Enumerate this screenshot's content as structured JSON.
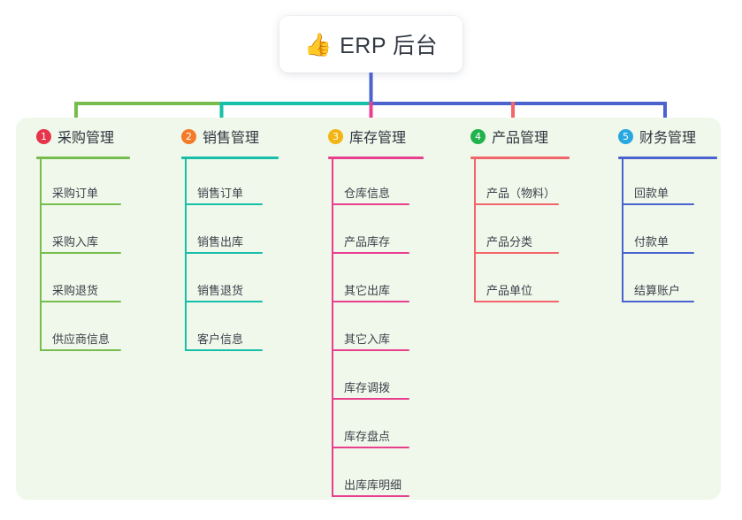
{
  "diagram": {
    "title_text": "ERP 后台",
    "root": {
      "icon": "thumbs-up-icon",
      "emoji": "👍",
      "label": "ERP 后台"
    },
    "panel_bg": "#eff8ea",
    "branches": [
      {
        "number": "1",
        "label": "采购管理",
        "badge_color": "#e8344a",
        "line_color": "#77bd4e",
        "items": [
          "采购订单",
          "采购入库",
          "采购退货",
          "供应商信息"
        ]
      },
      {
        "number": "2",
        "label": "销售管理",
        "badge_color": "#f47b29",
        "line_color": "#17bfa9",
        "items": [
          "销售订单",
          "销售出库",
          "销售退货",
          "客户信息"
        ]
      },
      {
        "number": "3",
        "label": "库存管理",
        "badge_color": "#f4b414",
        "line_color": "#e83f8e",
        "items": [
          "仓库信息",
          "产品库存",
          "其它出库",
          "其它入库",
          "库存调拨",
          "库存盘点",
          "出库库明细"
        ]
      },
      {
        "number": "4",
        "label": "产品管理",
        "badge_color": "#20b24b",
        "line_color": "#f2666b",
        "items": [
          "产品（物料）",
          "产品分类",
          "产品单位"
        ]
      },
      {
        "number": "5",
        "label": "财务管理",
        "badge_color": "#29a8e0",
        "line_color": "#4a63cf",
        "items": [
          "回款单",
          "付款单",
          "结算账户"
        ]
      }
    ],
    "connector_colors": {
      "root_stem": "#4a63cf",
      "bar_left": "#77bd4e",
      "bar_mid": "#17bfa9",
      "bar_right": "#4a63cf"
    }
  }
}
